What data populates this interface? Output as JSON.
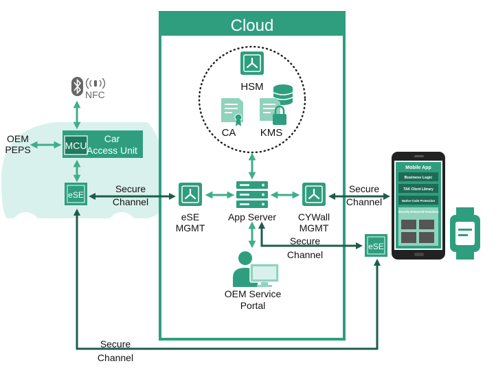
{
  "cloud": {
    "title": "Cloud"
  },
  "hsm": {
    "label": "HSM"
  },
  "ca": {
    "label": "CA"
  },
  "kms": {
    "label": "KMS"
  },
  "nfc": {
    "label": "NFC"
  },
  "oem_peps": {
    "line1": "OEM",
    "line2": "PEPS"
  },
  "mcu": {
    "label": "MCU"
  },
  "car_access_unit": {
    "line1": "Car",
    "line2": "Access Unit"
  },
  "car_ese": {
    "label": "eSE"
  },
  "phone_ese": {
    "label": "eSE"
  },
  "ese_mgmt": {
    "line1": "eSE",
    "line2": "MGMT"
  },
  "app_server": {
    "label": "App Server"
  },
  "cywall_mgmt": {
    "line1": "CYWall",
    "line2": "MGMT"
  },
  "oem_portal": {
    "line1": "OEM Service",
    "line2": "Portal"
  },
  "secure_channels": [
    {
      "line1": "Secure",
      "line2": "Channel"
    },
    {
      "line1": "Secure",
      "line2": "Channel"
    },
    {
      "line1": "Secure",
      "line2": "Channel"
    },
    {
      "line1": "Secure",
      "line2": "Channel"
    }
  ],
  "mobile_app": {
    "title": "Mobile App",
    "rows": [
      "Business Logic",
      "TAK Client Library",
      "Native Code Protection",
      "Security Enhanced Functions"
    ]
  },
  "colors": {
    "primary_green": "#2e9e7e",
    "dark_green": "#1e6b55",
    "light_green": "#8fd3bd",
    "car_body": "#d9f1ec",
    "arrow_dark": "#1d5c4c"
  }
}
